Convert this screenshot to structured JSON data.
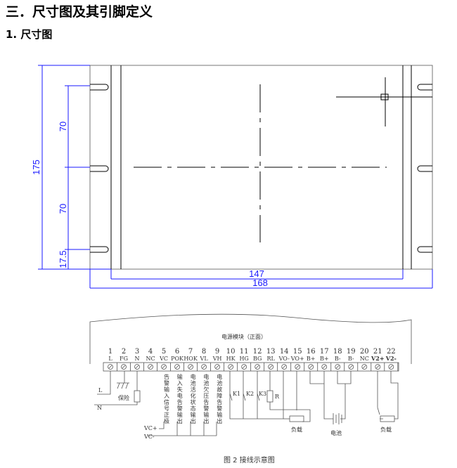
{
  "heading": "三．尺寸图及其引脚定义",
  "subheading": "1.  尺寸图",
  "dimensions": {
    "height_total": "175",
    "slot_spacing_1": "70",
    "slot_spacing_2": "70",
    "bottom_offset": "17.5",
    "inner_width": "147",
    "outer_width": "168"
  },
  "wiring": {
    "title": "电源模块（正面）",
    "terminals": [
      {
        "num": "1",
        "sig": "L"
      },
      {
        "num": "2",
        "sig": "FG"
      },
      {
        "num": "3",
        "sig": "N"
      },
      {
        "num": "4",
        "sig": "NC"
      },
      {
        "num": "5",
        "sig": "VC"
      },
      {
        "num": "6",
        "sig": "POK"
      },
      {
        "num": "7",
        "sig": "HOK"
      },
      {
        "num": "8",
        "sig": "VL"
      },
      {
        "num": "9",
        "sig": "VH"
      },
      {
        "num": "10",
        "sig": "HK"
      },
      {
        "num": "11",
        "sig": "HG"
      },
      {
        "num": "12",
        "sig": "BG"
      },
      {
        "num": "13",
        "sig": "RL"
      },
      {
        "num": "14",
        "sig": "VO-"
      },
      {
        "num": "15",
        "sig": "VO+"
      },
      {
        "num": "16",
        "sig": "B+"
      },
      {
        "num": "17",
        "sig": "B+"
      },
      {
        "num": "18",
        "sig": "B-"
      },
      {
        "num": "19",
        "sig": "B-"
      },
      {
        "num": "20",
        "sig": "NC"
      },
      {
        "num": "21",
        "sig": "V2+"
      },
      {
        "num": "22",
        "sig": "V2-"
      }
    ],
    "vertical_labels": [
      "告警输入信号正极",
      "输入失电告警输出",
      "电池活化状态输出",
      "电池欠压告警输出",
      "电池故障告警输出"
    ],
    "label_L": "L",
    "label_N": "N",
    "fuse": "保险",
    "vc_plus": "VC+",
    "vc_minus": "VC-",
    "k1": "K1",
    "k2": "K2",
    "k3": "K3",
    "r": "R",
    "load1": "负载",
    "battery": "电池",
    "load2": "负载"
  },
  "caption": "图 2  接线示意图"
}
